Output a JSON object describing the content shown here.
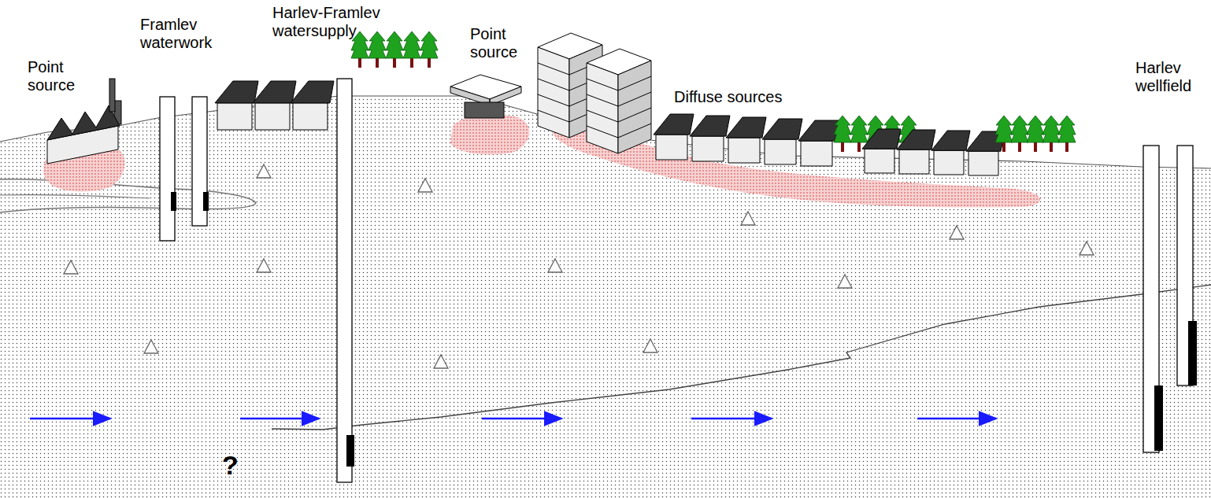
{
  "diagram": {
    "labels": [
      "Point source",
      "Framlev waterwork",
      "Harlev-Framlev watersupply",
      "Point source",
      "Diffuse sources",
      "Harlev wellfield",
      "?"
    ]
  }
}
